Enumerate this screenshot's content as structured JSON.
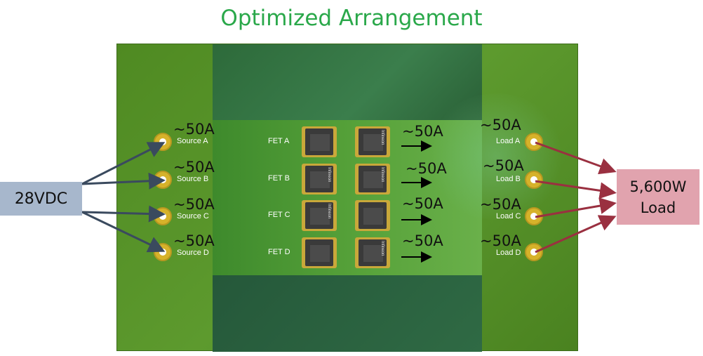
{
  "title": "Optimized Arrangement",
  "source_box": {
    "label": "28VDC"
  },
  "load_box": {
    "line1": "5,600W",
    "line2": "Load"
  },
  "sources": [
    {
      "label": "Source A",
      "current": "~50A"
    },
    {
      "label": "Source B",
      "current": "~50A"
    },
    {
      "label": "Source C",
      "current": "~50A"
    },
    {
      "label": "Source D",
      "current": "~50A"
    }
  ],
  "fets": [
    {
      "label": "FET A",
      "current": "~50A"
    },
    {
      "label": "FET B",
      "current": "~50A"
    },
    {
      "label": "FET C",
      "current": "~50A"
    },
    {
      "label": "FET D",
      "current": "~50A"
    }
  ],
  "loads": [
    {
      "label": "Load A",
      "current": "~50A"
    },
    {
      "label": "Load B",
      "current": "~50A"
    },
    {
      "label": "Load C",
      "current": "~50A"
    },
    {
      "label": "Load D",
      "current": "~50A"
    }
  ],
  "chip_brand": "Infineon",
  "colors": {
    "title": "#2aa84a",
    "source_wire": "#3a4a5e",
    "load_wire": "#9a3040",
    "source_box": "#a7b7cc",
    "load_box": "#e1a3ae"
  }
}
